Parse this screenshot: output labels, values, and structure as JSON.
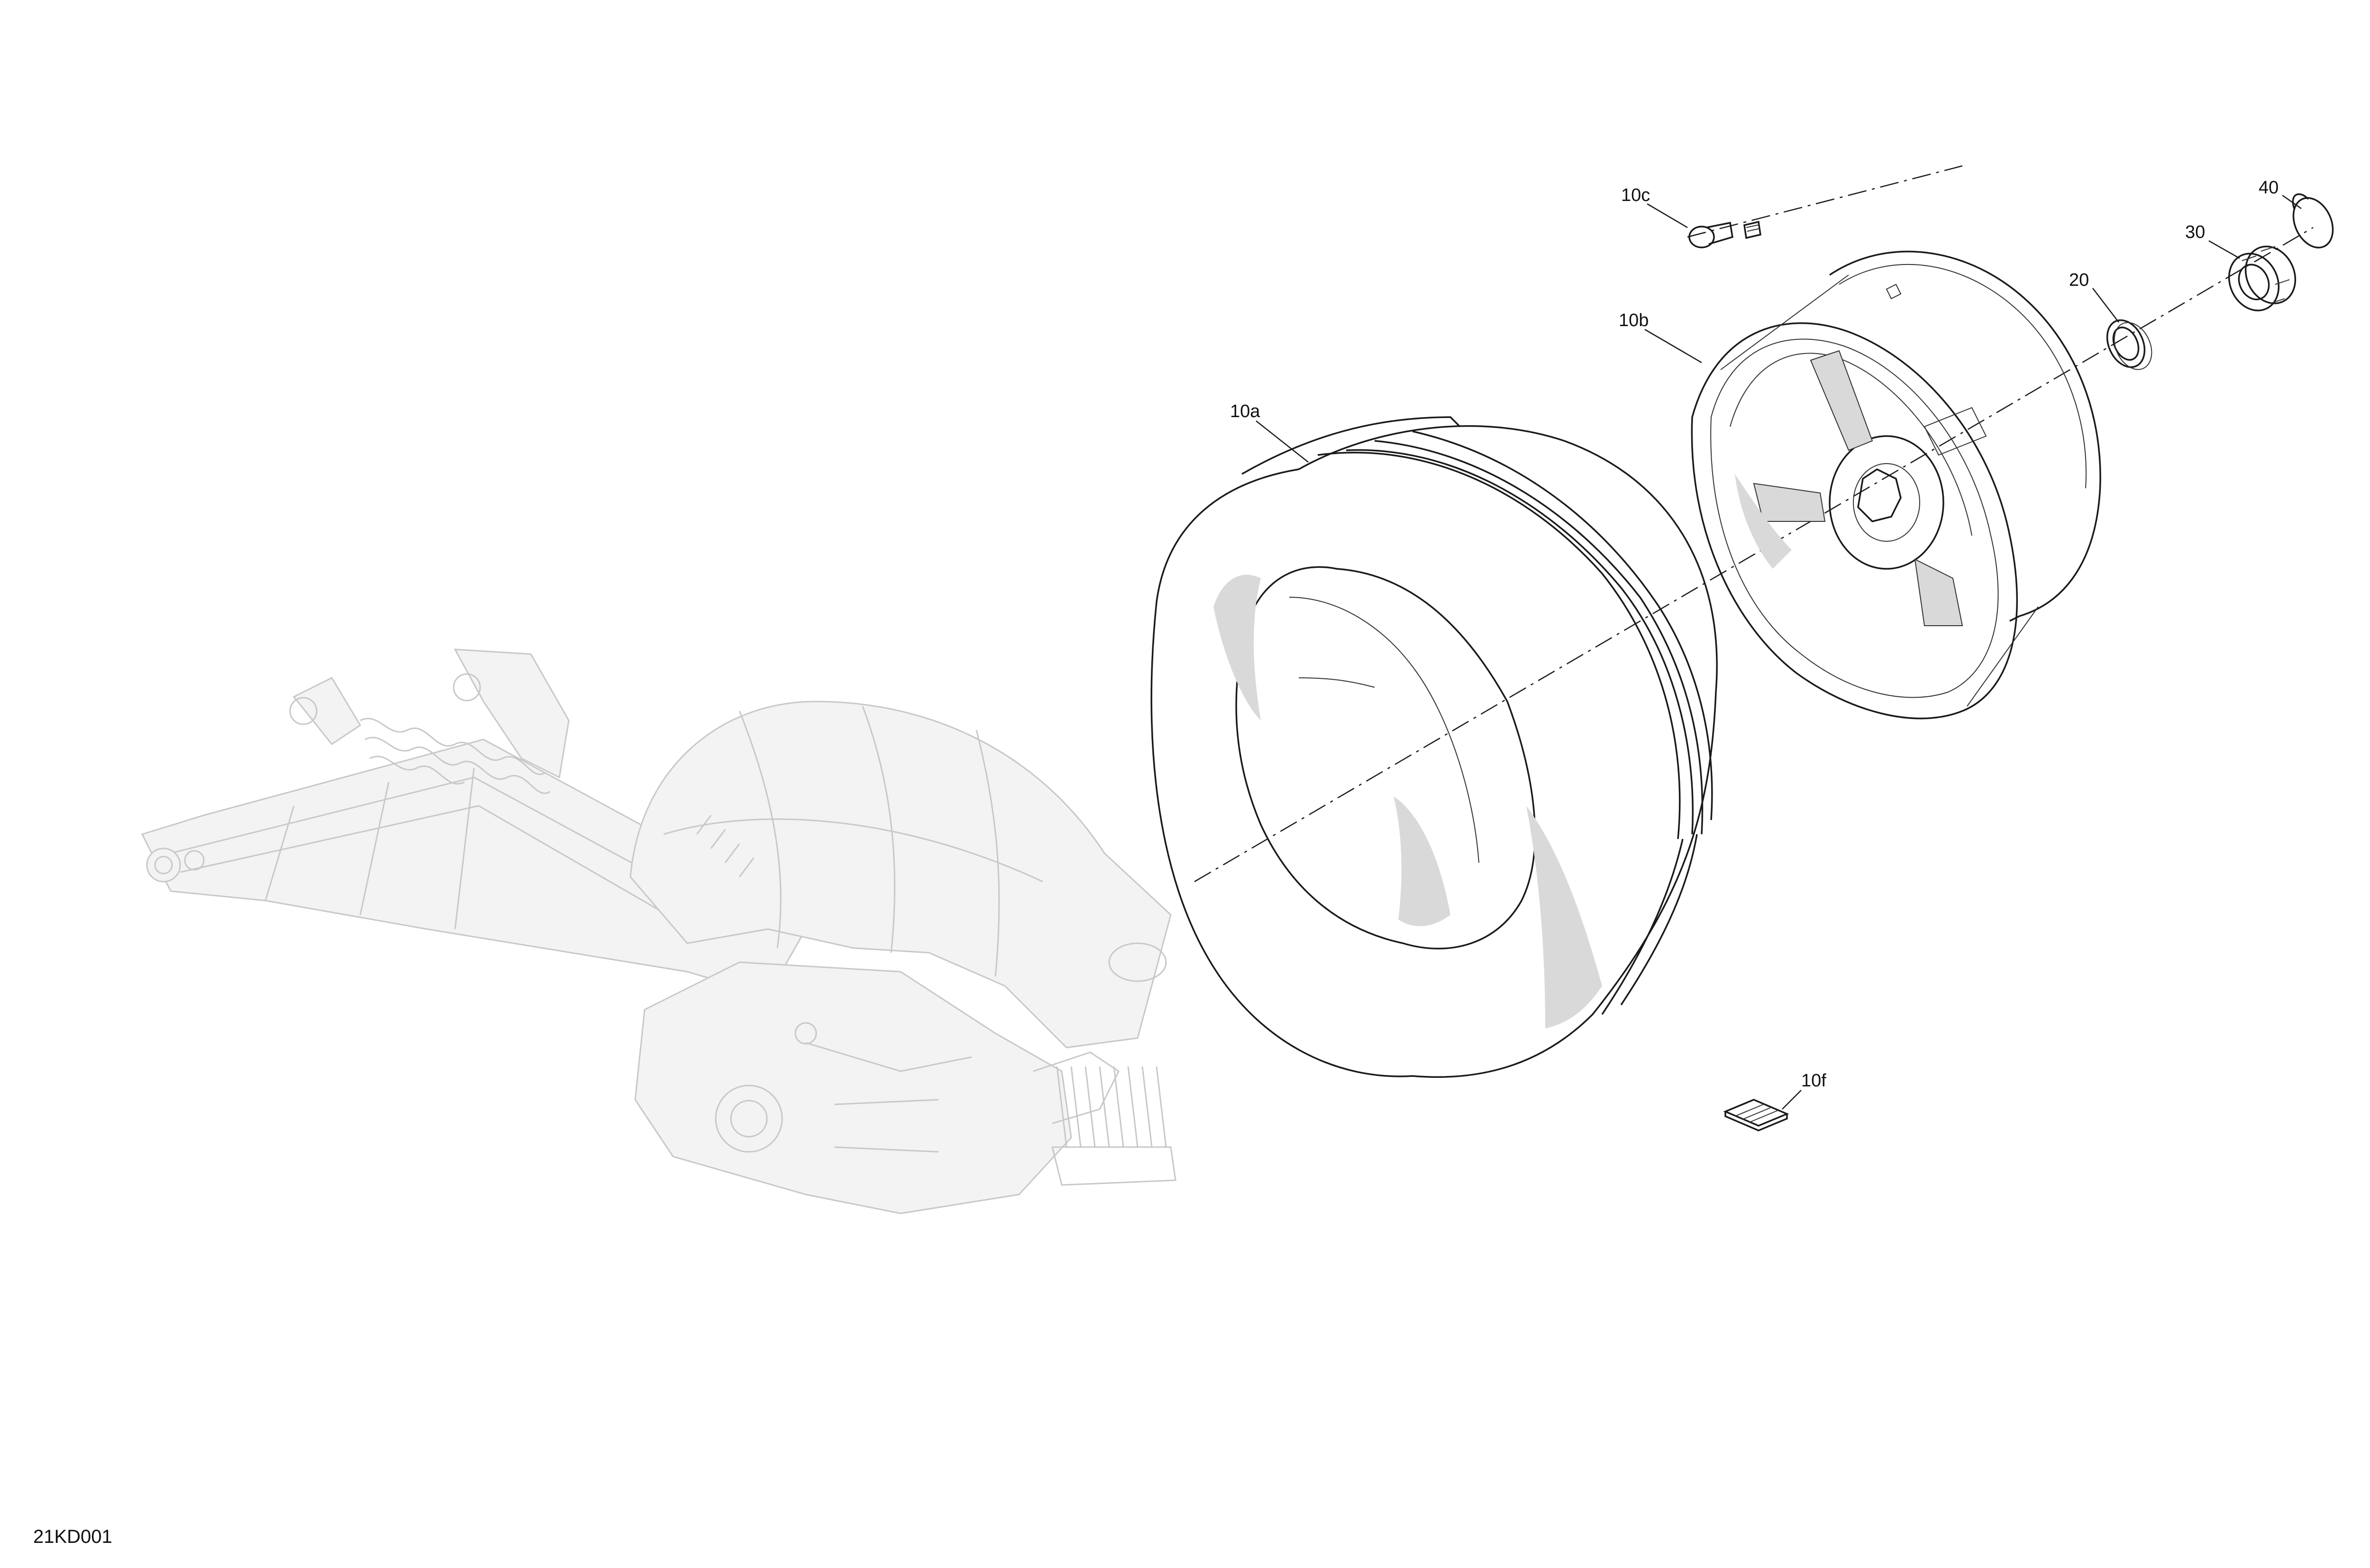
{
  "callouts": {
    "c10a": "10a",
    "c10b": "10b",
    "c10c": "10c",
    "c10f": "10f",
    "c20": "20",
    "c30": "30",
    "c40": "40"
  },
  "drawing_id": "21KD001",
  "colors": {
    "line": "#1a1a1a",
    "ghost": "#c8c8c8",
    "shade": "#d9d9d9"
  }
}
